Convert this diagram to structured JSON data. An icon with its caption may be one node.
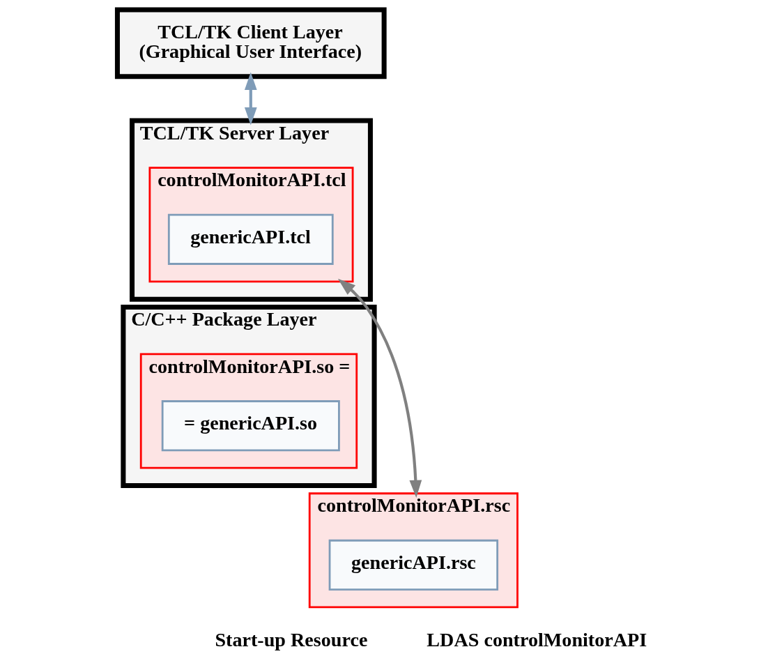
{
  "diagram": {
    "nodes": [
      {
        "text": [
          "TCL/TK Client Layer",
          "(Graphical User Interface)"
        ]
      },
      {
        "text": [
          "TCL/TK Server Layer"
        ]
      },
      {
        "text": [
          "controlMonitorAPI.tcl"
        ],
        "in": 1
      },
      {
        "text": [
          "genericAPI.tcl"
        ],
        "in": 2
      },
      {
        "text": [
          "C/C++ Package Layer"
        ]
      },
      {
        "text": [
          "controlMonitorAPI.so ="
        ],
        "in": 4
      },
      {
        "text": [
          "= genericAPI.so"
        ],
        "in": 5
      },
      {
        "text": [
          "controlMonitorAPI.rsc"
        ],
        "beside": [
          "Start-up Resource"
        ]
      },
      {
        "text": [
          "genericAPI.rsc"
        ],
        "in": 7
      }
    ],
    "edges": [
      {
        "from": 0,
        "to": 1,
        "arrow": "both",
        "color": "#7f9cb8"
      },
      {
        "from": 2,
        "to": 7,
        "arrow": "both",
        "color": "#808080"
      }
    ],
    "labels": [
      "LDAS controlMonitorAPI"
    ]
  }
}
